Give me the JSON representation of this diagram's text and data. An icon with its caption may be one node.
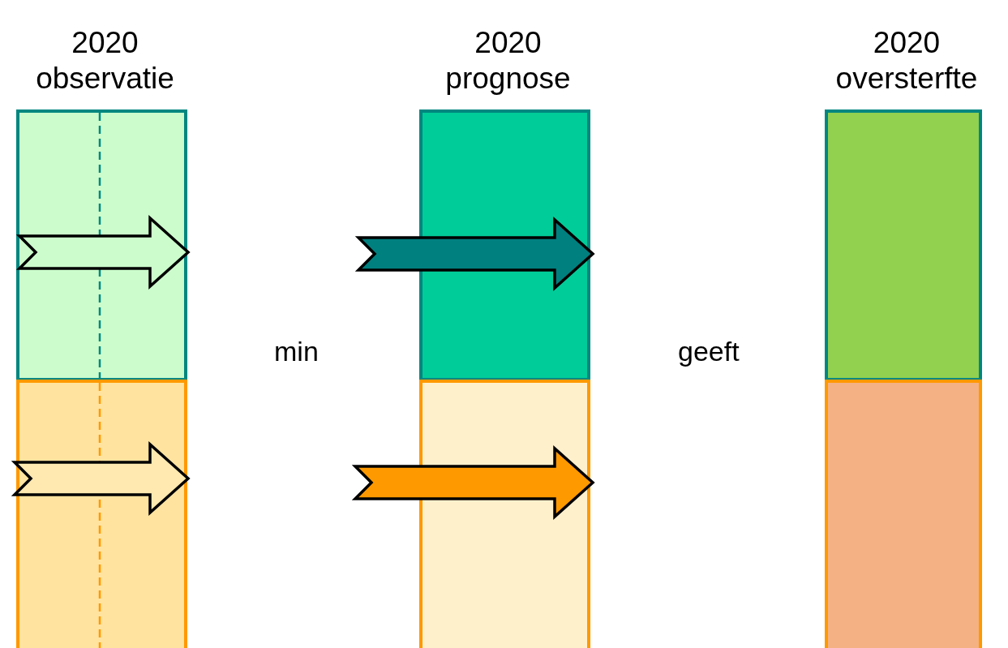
{
  "diagram": {
    "nodes": [
      {
        "text": [
          "2020 observatie"
        ]
      },
      {
        "text": [],
        "shape": "box"
      },
      {
        "text": [
          "2020 prognose"
        ]
      },
      {
        "text": [],
        "shape": "box"
      },
      {
        "text": [
          "2020 oversterfte"
        ]
      },
      {
        "text": [],
        "shape": "box"
      }
    ],
    "edges": [],
    "labels": [
      "min",
      "geeft"
    ]
  }
}
